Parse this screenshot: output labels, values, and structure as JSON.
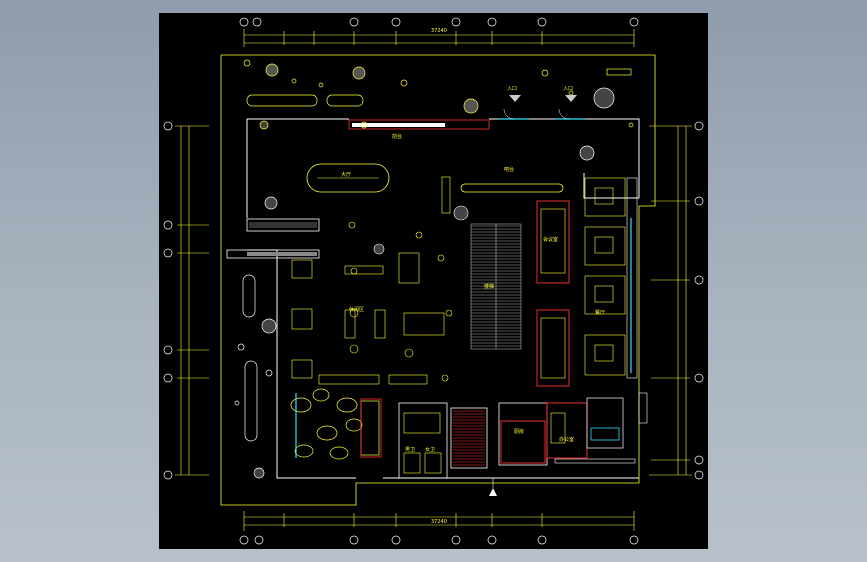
{
  "window": {
    "title": ""
  },
  "drawing": {
    "dimension_top_total": "37240",
    "dimension_bottom_total": "37240",
    "room_labels": {
      "north_left": "",
      "north_right": "",
      "reception": "前台",
      "lobby": "大厅",
      "bar": "吧台",
      "lounge": "休闲区",
      "stair": "楼梯",
      "wc_male": "男卫",
      "wc_female": "女卫",
      "office": "办公室",
      "meeting": "会议室",
      "kitchen": "厨房",
      "dining": "餐厅"
    },
    "entrance_labels": [
      "入口",
      "入口"
    ]
  },
  "colors": {
    "background_start": "#8f9cab",
    "canvas": "#000000",
    "wall": "#ffffff",
    "furniture": "#ffff33",
    "accent_red": "#ff3030",
    "accent_cyan": "#33e0ff",
    "accent_magenta": "#ff44ff"
  }
}
